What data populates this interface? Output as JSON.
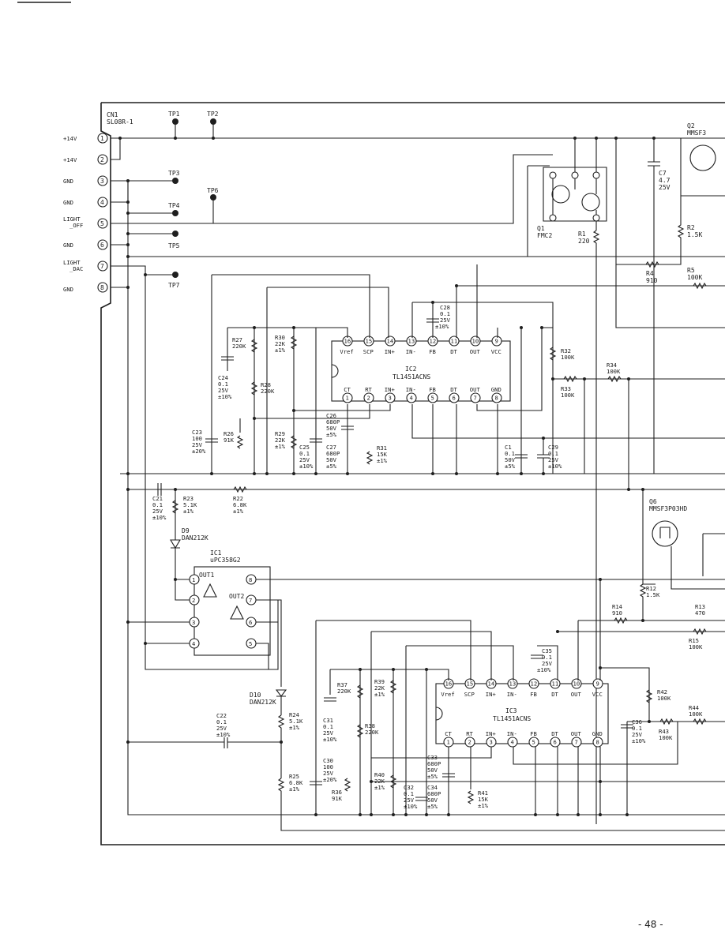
{
  "page_number": "- 48 -",
  "connector": {
    "ref": "CN1",
    "part": "SL08R-1",
    "pins": [
      {
        "num": "1",
        "signal": "+14V"
      },
      {
        "num": "2",
        "signal": "+14V"
      },
      {
        "num": "3",
        "signal": "GND"
      },
      {
        "num": "4",
        "signal": "GND"
      },
      {
        "num": "5",
        "signal": "LIGHT _OFF"
      },
      {
        "num": "6",
        "signal": "GND"
      },
      {
        "num": "7",
        "signal": "LIGHT _DAC"
      },
      {
        "num": "8",
        "signal": "GND"
      }
    ]
  },
  "test_points": [
    "TP1",
    "TP2",
    "TP3",
    "TP4",
    "TP5",
    "TP6",
    "TP7"
  ],
  "ic2": {
    "ref": "IC2",
    "part": "TL1451ACNS",
    "top_pins": [
      {
        "num": "16",
        "label": "Vref"
      },
      {
        "num": "15",
        "label": "SCP"
      },
      {
        "num": "14",
        "label": "IN+"
      },
      {
        "num": "13",
        "label": "IN-"
      },
      {
        "num": "12",
        "label": "FB"
      },
      {
        "num": "11",
        "label": "DT"
      },
      {
        "num": "10",
        "label": "OUT"
      },
      {
        "num": "9",
        "label": "VCC"
      }
    ],
    "bottom_pins": [
      {
        "num": "1",
        "label": "CT"
      },
      {
        "num": "2",
        "label": "RT"
      },
      {
        "num": "3",
        "label": "IN+"
      },
      {
        "num": "4",
        "label": "IN-"
      },
      {
        "num": "5",
        "label": "FB"
      },
      {
        "num": "6",
        "label": "DT"
      },
      {
        "num": "7",
        "label": "OUT"
      },
      {
        "num": "8",
        "label": "GND"
      }
    ]
  },
  "ic3": {
    "ref": "IC3",
    "part": "TL1451ACNS",
    "top_pins": [
      {
        "num": "16",
        "label": "Vref"
      },
      {
        "num": "15",
        "label": "SCP"
      },
      {
        "num": "14",
        "label": "IN+"
      },
      {
        "num": "13",
        "label": "IN-"
      },
      {
        "num": "12",
        "label": "FB"
      },
      {
        "num": "11",
        "label": "DT"
      },
      {
        "num": "10",
        "label": "OUT"
      },
      {
        "num": "9",
        "label": "VCC"
      }
    ],
    "bottom_pins": [
      {
        "num": "1",
        "label": "CT"
      },
      {
        "num": "2",
        "label": "RT"
      },
      {
        "num": "3",
        "label": "IN+"
      },
      {
        "num": "4",
        "label": "IN-"
      },
      {
        "num": "5",
        "label": "FB"
      },
      {
        "num": "6",
        "label": "DT"
      },
      {
        "num": "7",
        "label": "OUT"
      },
      {
        "num": "8",
        "label": "GND"
      }
    ]
  },
  "ic1": {
    "ref": "IC1",
    "part": "uPC358G2",
    "out1": "OUT1",
    "out2": "OUT2"
  },
  "transistors": {
    "q1": {
      "ref": "Q1",
      "part": "FMC2"
    },
    "q2": {
      "ref": "Q2",
      "part": "MMSF3"
    },
    "q6": {
      "ref": "Q6",
      "part": "MMSF3P03HD"
    }
  },
  "diodes": {
    "d9": {
      "ref": "D9",
      "part": "DAN212K"
    },
    "d10": {
      "ref": "D10",
      "part": "DAN212K"
    }
  },
  "components": {
    "r1": {
      "ref": "R1",
      "value": "220"
    },
    "r2": {
      "ref": "R2",
      "value": "1.5K"
    },
    "r4": {
      "ref": "R4",
      "value": "910"
    },
    "r5": {
      "ref": "R5",
      "value": "100K"
    },
    "c7": {
      "ref": "C7",
      "value": "4.7",
      "rating": "25V"
    },
    "c28": {
      "ref": "C28",
      "value": "0.1",
      "rating": "25V",
      "tol": "±10%"
    },
    "r27": {
      "ref": "R27",
      "value": "220K"
    },
    "r30": {
      "ref": "R30",
      "value": "22K",
      "tol": "±1%"
    },
    "r32": {
      "ref": "R32",
      "value": "100K"
    },
    "r34": {
      "ref": "R34",
      "value": "100K"
    },
    "r33": {
      "ref": "R33",
      "value": "100K"
    },
    "c24": {
      "ref": "C24",
      "value": "0.1",
      "rating": "25V",
      "tol": "±10%"
    },
    "r28": {
      "ref": "R28",
      "value": "220K"
    },
    "c26": {
      "ref": "C26",
      "value": "680P",
      "rating": "50V",
      "tol": "±5%"
    },
    "c23": {
      "ref": "C23",
      "value": "100",
      "rating": "25V",
      "tol": "±20%"
    },
    "r26": {
      "ref": "R26",
      "value": "91K"
    },
    "r29": {
      "ref": "R29",
      "value": "22K",
      "tol": "±1%"
    },
    "c25": {
      "ref": "C25",
      "value": "0.1",
      "rating": "25V",
      "tol": "±10%"
    },
    "c27": {
      "ref": "C27",
      "value": "680P",
      "rating": "50V",
      "tol": "±5%"
    },
    "r31": {
      "ref": "R31",
      "value": "15K",
      "tol": "±1%"
    },
    "c1": {
      "ref": "C1",
      "value": "0.1",
      "rating": "50V",
      "tol": "±5%"
    },
    "c29": {
      "ref": "C29",
      "value": "0.1",
      "rating": "25V",
      "tol": "±10%"
    },
    "c21": {
      "ref": "C21",
      "value": "0.1",
      "rating": "25V",
      "tol": "±10%"
    },
    "r23": {
      "ref": "R23",
      "value": "5.1K",
      "tol": "±1%"
    },
    "r22": {
      "ref": "R22",
      "value": "6.8K",
      "tol": "±1%"
    },
    "r12": {
      "ref": "R12",
      "value": "1.5K"
    },
    "r14": {
      "ref": "R14",
      "value": "910"
    },
    "r13": {
      "ref": "R13",
      "value": "470"
    },
    "r15": {
      "ref": "R15",
      "value": "100K"
    },
    "c35": {
      "ref": "C35",
      "value": "0.1",
      "rating": "25V",
      "tol": "±10%"
    },
    "r37": {
      "ref": "R37",
      "value": "220K"
    },
    "r39": {
      "ref": "R39",
      "value": "22K",
      "tol": "±1%"
    },
    "r42": {
      "ref": "R42",
      "value": "100K"
    },
    "r44": {
      "ref": "R44",
      "value": "100K"
    },
    "r43": {
      "ref": "R43",
      "value": "100K"
    },
    "c36": {
      "ref": "C36",
      "value": "0.1",
      "rating": "25V",
      "tol": "±10%"
    },
    "c22": {
      "ref": "C22",
      "value": "0.1",
      "rating": "25V",
      "tol": "±10%"
    },
    "r24": {
      "ref": "R24",
      "value": "5.1K",
      "tol": "±1%"
    },
    "c31": {
      "ref": "C31",
      "value": "0.1",
      "rating": "25V",
      "tol": "±10%"
    },
    "r38": {
      "ref": "R38",
      "value": "220K"
    },
    "c33": {
      "ref": "C33",
      "value": "680P",
      "rating": "50V",
      "tol": "±5%"
    },
    "c30": {
      "ref": "C30",
      "value": "100",
      "rating": "25V",
      "tol": "±20%"
    },
    "r40": {
      "ref": "R40",
      "value": "22K",
      "tol": "±1%"
    },
    "r25": {
      "ref": "R25",
      "value": "6.8K",
      "tol": "±1%"
    },
    "r36": {
      "ref": "R36",
      "value": "91K"
    },
    "c32": {
      "ref": "C32",
      "value": "0.1",
      "rating": "25V",
      "tol": "±10%"
    },
    "c34": {
      "ref": "C34",
      "value": "680P",
      "rating": "50V",
      "tol": "±5%"
    },
    "r41": {
      "ref": "R41",
      "value": "15K",
      "tol": "±1%"
    }
  }
}
